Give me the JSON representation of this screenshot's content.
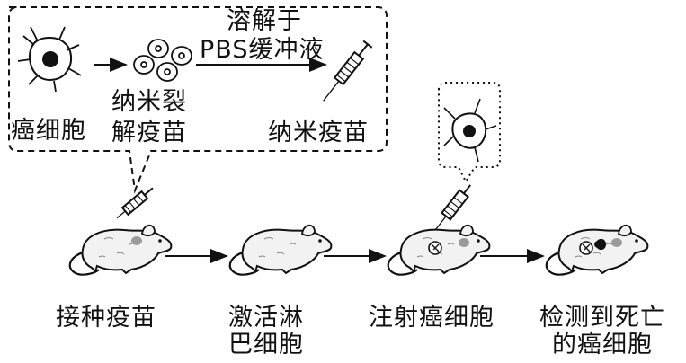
{
  "top": {
    "cancer_cell": "癌细胞",
    "lysis_line1": "纳米裂",
    "lysis_line2": "解疫苗",
    "dissolve_line1": "溶解于",
    "dissolve_line2": "PBS缓冲液",
    "nano_vaccine": "纳米疫苗"
  },
  "steps": [
    {
      "line1": "接种疫苗",
      "line2": ""
    },
    {
      "line1": "激活淋",
      "line2": "巴细胞"
    },
    {
      "line1": "注射癌细胞",
      "line2": ""
    },
    {
      "line1": "检测到死亡",
      "line2": "的癌细胞"
    }
  ],
  "colors": {
    "ink": "#111111",
    "mouse_fill": "#f2f2f2",
    "spot": "#9a9a9a"
  }
}
